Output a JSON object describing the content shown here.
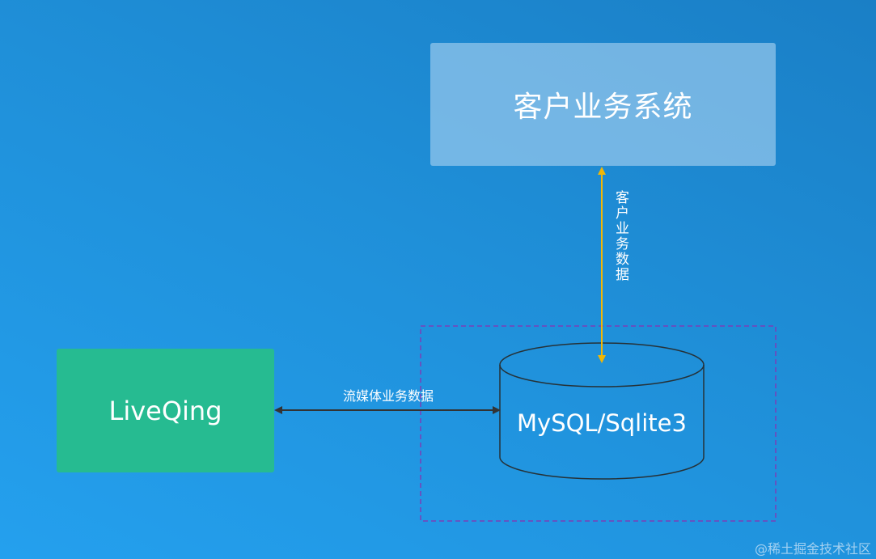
{
  "nodes": {
    "business_system": "客户业务系统",
    "liveqing": "LiveQing",
    "database": "MySQL/Sqlite3"
  },
  "edges": {
    "stream_data": "流媒体业务数据",
    "business_data": "客户业务数据"
  },
  "watermark": "@稀土掘金技术社区",
  "colors": {
    "background": "#1f8fd8",
    "business_box": "#8ec6ec",
    "liveqing_box": "#26bb91",
    "business_arrow": "#f2b705",
    "stream_arrow": "#333333",
    "dashed_border": "#7a3fb8"
  }
}
